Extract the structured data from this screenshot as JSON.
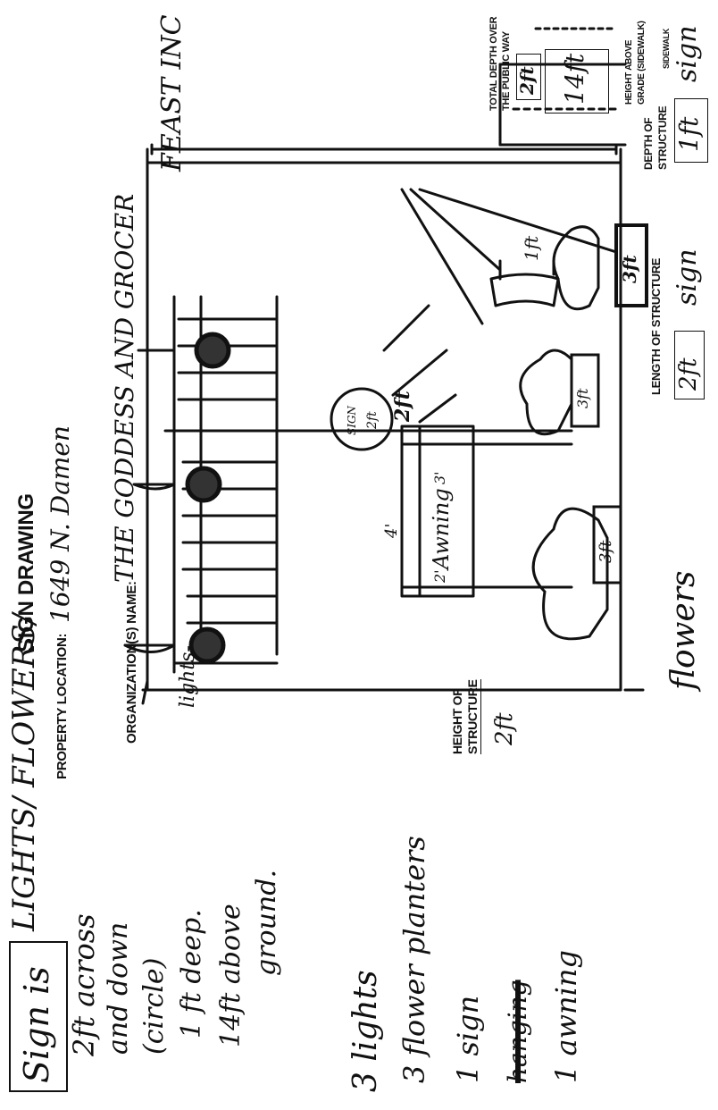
{
  "form": {
    "title_handwritten": "LIGHTS/ FLOWERS/",
    "title_printed": "SIGN DRAWING",
    "property_location_label": "PROPERTY LOCATION:",
    "property_location_value": "1649 N. Damen",
    "organization_label": "ORGANIZATION(S) NAME:",
    "organization_value_line1": "THE GODDESS AND GROCER",
    "organization_value_line2": "FEAST INC",
    "height_of_structure_label_1": "HEIGHT OF",
    "height_of_structure_label_2": "STRUCTURE",
    "height_of_structure_value": "2ft",
    "length_of_structure_label": "LENGTH OF STRUCTURE",
    "length_of_structure_value": "2ft",
    "length_of_structure_note": "sign",
    "depth_of_structure_label_1": "DEPTH OF",
    "depth_of_structure_label_2": "STRUCTURE",
    "depth_of_structure_value": "1ft",
    "depth_of_structure_note": "sign",
    "total_depth_label_1": "TOTAL DEPTH OVER",
    "total_depth_label_2": "THE PUBLIC WAY",
    "total_depth_value": "2ft",
    "height_above_grade_label_1": "HEIGHT ABOVE",
    "height_above_grade_label_2": "GRADE (SIDEWALK)",
    "height_above_grade_value": "14ft",
    "sidewalk_label": "SIDEWALK"
  },
  "notes": {
    "sign_is": "Sign is",
    "line1": "2ft across",
    "line2": "and down",
    "line3": "(circle)",
    "line4": "1 ft deep.",
    "line5": "14ft above",
    "line6": "ground."
  },
  "inventory": {
    "lights": "3 lights",
    "flower_planters": "3 flower planters",
    "sign": "1 sign",
    "crossed": "hanging",
    "awning": "1 awning"
  },
  "drawing": {
    "lights_label": "lights-",
    "sign_circle_line1": "SIGN",
    "sign_circle_line2": "2ft",
    "sign_dim": "2ft",
    "awning_label": "Awning",
    "awning_width": "4'",
    "awning_height": "2'",
    "awning_depth": "3'",
    "planter_left": "3ft",
    "planter_mid": "3ft",
    "planter_right": "3ft",
    "flowers_label": "flowers",
    "side_sign_label": "sign",
    "side_sign_depth": "1ft"
  }
}
